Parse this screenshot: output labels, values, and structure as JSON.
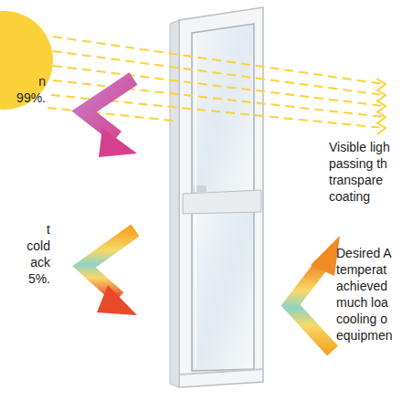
{
  "diagram": {
    "labels": [
      "n 99%.",
      "t cold ack 5%.",
      "Visible ligh passing th transpare coating",
      "Desired A temperat achieved much loa cooling o equipmen"
    ]
  }
}
